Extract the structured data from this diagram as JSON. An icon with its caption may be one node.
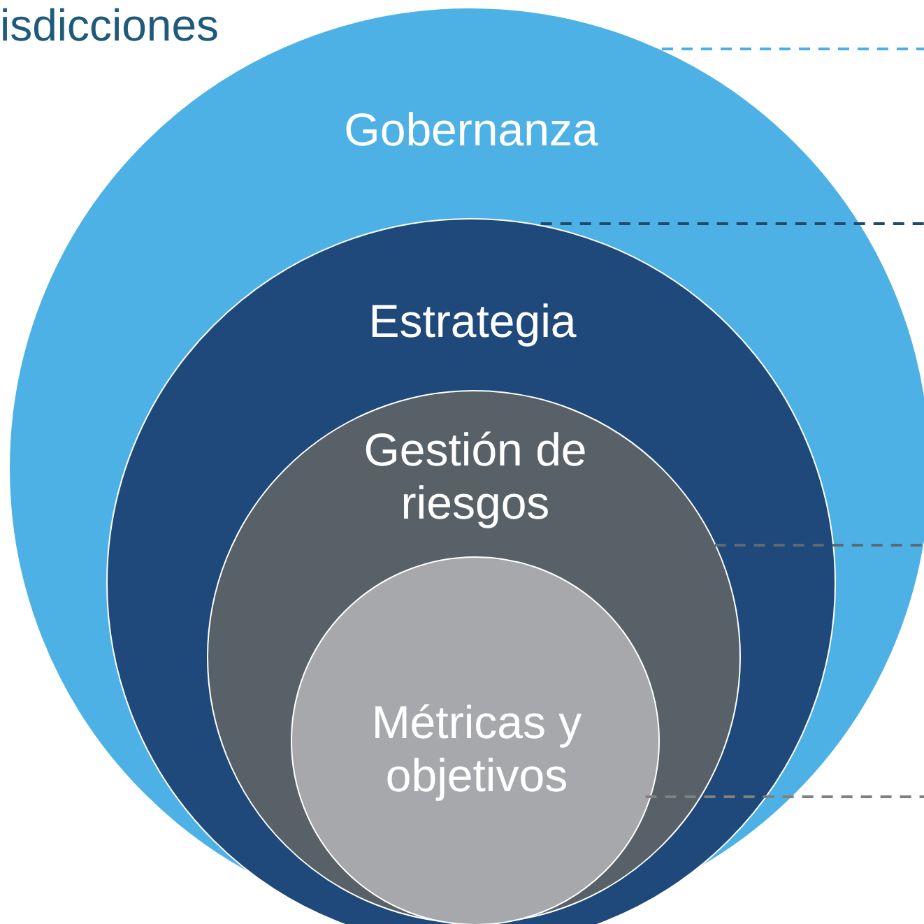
{
  "diagram": {
    "nodes": [
      {
        "text": [
          "Gobernanza"
        ]
      },
      {
        "text": [
          "Estrategia"
        ],
        "in": 0
      },
      {
        "text": [
          "Gestión de riesgos"
        ],
        "in": 1
      },
      {
        "text": [
          "Métricas y objetivos"
        ],
        "in": 2
      }
    ],
    "edges": [
      {
        "from": 0,
        "to": null,
        "arrow": "none",
        "style": "dashed",
        "color": "#4db0e5"
      },
      {
        "from": 1,
        "to": null,
        "arrow": "none",
        "style": "dashed",
        "color": "#1e4a6e"
      },
      {
        "from": 2,
        "to": null,
        "arrow": "none",
        "style": "dashed",
        "color": "#5f6a70"
      },
      {
        "from": 3,
        "to": null,
        "arrow": "none",
        "style": "dashed",
        "color": "#808080"
      }
    ],
    "labels": [
      "isdicciones"
    ]
  }
}
